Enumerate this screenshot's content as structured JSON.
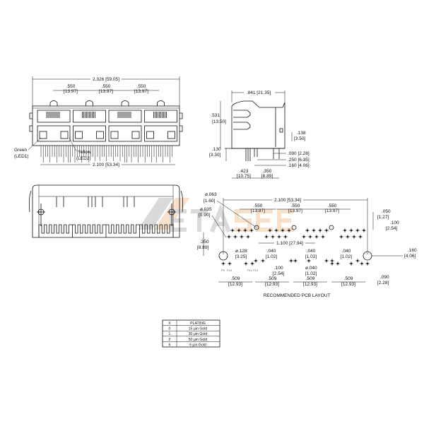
{
  "watermark": {
    "text": "ETASEE",
    "colors": [
      "#bdbdbd",
      "#f2c9a0"
    ]
  },
  "front_view": {
    "overall_width": "2.326 [59.05]",
    "pitch": [
      ".550",
      "[13.97]"
    ],
    "pin_span": "2.100 [53.34]",
    "led1": [
      "Green",
      "(LED1)"
    ],
    "led2": [
      "Yellow",
      "(LED2)"
    ]
  },
  "side_view": {
    "depth": ".841 [21.35]",
    "height": [
      ".531",
      "[13.50]"
    ],
    "tab": [
      ".138",
      "[3.50]"
    ],
    "pin_len": [
      ".130",
      "[3.30]"
    ],
    "d1": ".090 [2.28]",
    "d2": ".250 [6.35]",
    "d3": ".160 [4.06]",
    "d4": [
      ".423",
      "[10.75]"
    ],
    "d5": [
      ".350",
      "[8.89]"
    ]
  },
  "pcb_layout": {
    "title": "RECOMMENDED PCB LAYOUT",
    "span": "2.100 [53.34]",
    "hole_063": [
      "ø.063",
      "[1.60]"
    ],
    "hole_035": [
      "ø.035",
      "[0.90]"
    ],
    "pitch": [
      ".550",
      "[13.97]"
    ],
    "d050": [
      ".050",
      "[1.27]"
    ],
    "d100": [
      ".100",
      "[2.54]"
    ],
    "d350": [
      ".350",
      "[8.89]"
    ],
    "d1100": "1.100 [27.94]",
    "hole_128": [
      "ø.128",
      "[3.25]"
    ],
    "d040": [
      ".040",
      "[1.02]"
    ],
    "d100b": [
      ".100",
      "[2.54]"
    ],
    "hole_040": [
      "ø.040",
      "[1.02]"
    ],
    "d160": [
      ".160",
      "[4.06]"
    ],
    "d509": [
      ".509",
      "[12.93]"
    ],
    "d090": [
      ".090",
      "[2.28]"
    ],
    "pin_labels": [
      "P9",
      "P10",
      "P11",
      "P12"
    ]
  },
  "plating_table": {
    "headers": [
      "X",
      "PLATING"
    ],
    "rows": [
      [
        "0",
        "15 µin Gold"
      ],
      [
        "1",
        "30 µin Gold"
      ],
      [
        "2",
        "50 µin Gold"
      ],
      [
        "6",
        "6 µin Gold"
      ]
    ]
  }
}
